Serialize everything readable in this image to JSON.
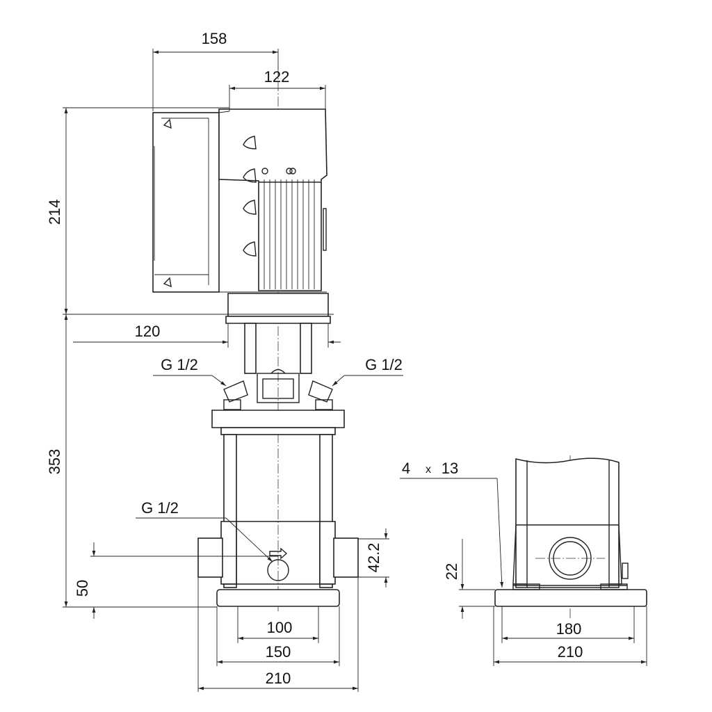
{
  "colors": {
    "line": "#222222",
    "background": "#ffffff"
  },
  "dimensions": {
    "motor_width": "158",
    "motor_flange_width": "122",
    "motor_height": "214",
    "coupling_width": "120",
    "pump_height": "353",
    "inlet_height": "50",
    "port_offset": "42.2",
    "base_inner": "100",
    "base_mid": "150",
    "base_outer": "210",
    "side_bolt_spacing": "180",
    "side_base_width": "210",
    "side_base_height": "22"
  },
  "callouts": {
    "vent_left": "G 1/2",
    "vent_right": "G 1/2",
    "drain": "G 1/2",
    "holes_count": "4",
    "holes_times": "x",
    "holes_diameter": "13"
  }
}
